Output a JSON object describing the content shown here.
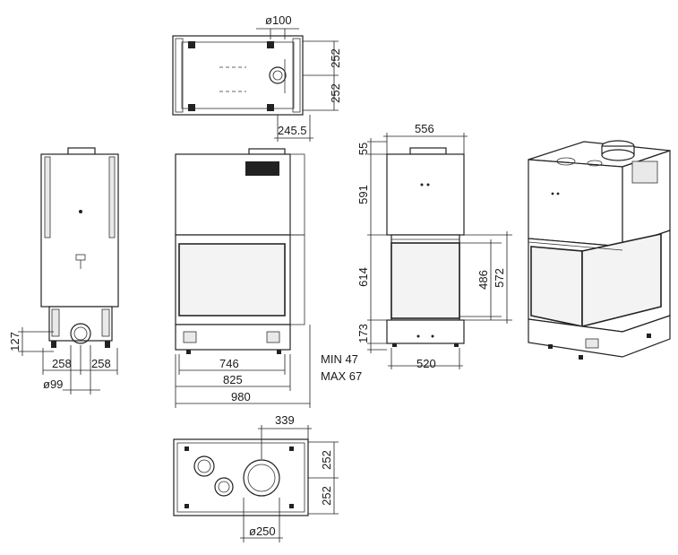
{
  "labels": {
    "top_pipe_dia": "ø100",
    "top_depth_a": "252",
    "top_depth_b": "252",
    "top_offset": "245.5",
    "side_feet_height": "127",
    "side_half_left": "258",
    "side_half_right": "258",
    "side_pipe_dia": "ø99",
    "front_glass_width": "746",
    "front_frame_width": "825",
    "front_total_width": "980",
    "right_width": "556",
    "right_top_clear": "55",
    "right_upper_height": "591",
    "right_glass_section": "614",
    "right_glass_height": "486",
    "right_frame_height": "572",
    "right_base_height": "173",
    "right_base_width": "520",
    "legs_min": "MIN 47",
    "legs_max": "MAX 67",
    "bottom_pipe_offset": "339",
    "bottom_depth_a": "252",
    "bottom_depth_b": "252",
    "bottom_pipe_dia": "ø250"
  }
}
